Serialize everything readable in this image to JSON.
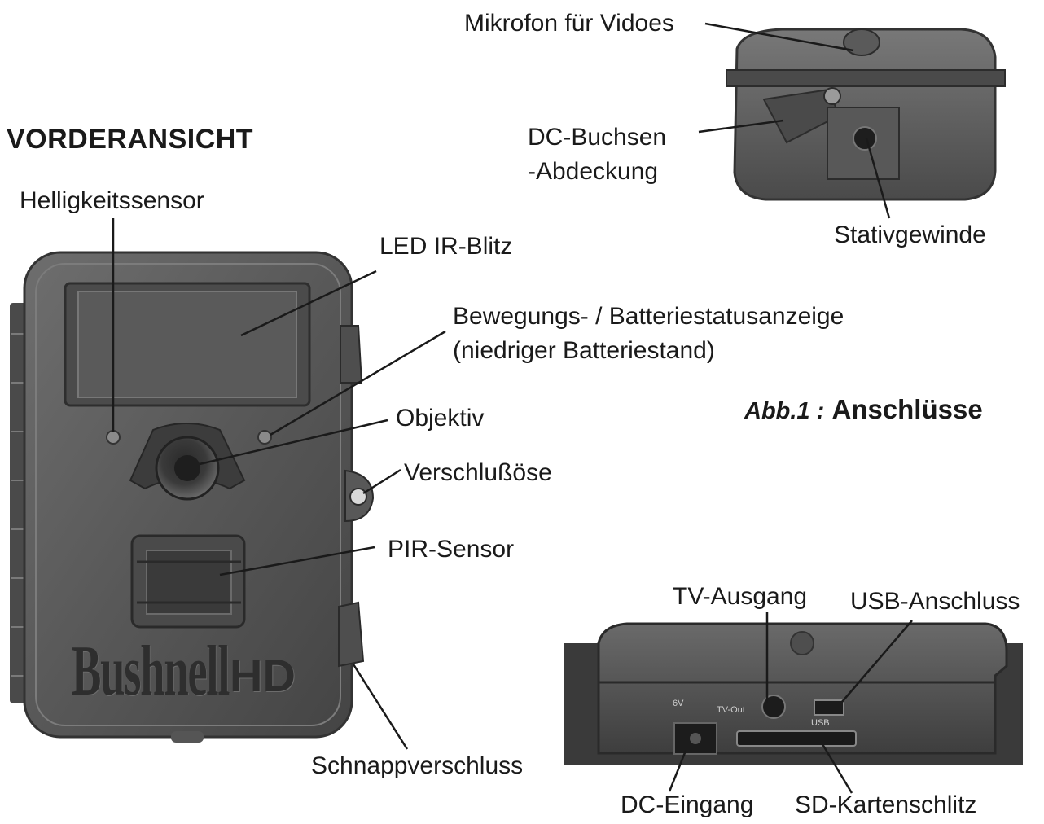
{
  "heading": "VORDERANSICHT",
  "figure": {
    "prefix": "Abb.1 :",
    "title": "Anschlüsse"
  },
  "brand": {
    "name": "Bushnell",
    "suffix": "HD"
  },
  "labels": {
    "microphone": "Mikrofon für Vidoes",
    "dc_cover_line1": "DC-Buchsen",
    "dc_cover_line2": "-Abdeckung",
    "tripod": "Stativgewinde",
    "brightness_sensor": "Helligkeitssensor",
    "led_ir_flash": "LED IR-Blitz",
    "motion_indicator_line1": "Bewegungs- / Batteriestatusanzeige",
    "motion_indicator_line2": "(niedriger Batteriestand)",
    "lens": "Objektiv",
    "lock_eyelet": "Verschlußöse",
    "pir_sensor": "PIR-Sensor",
    "snap_latch": "Schnappverschluss",
    "tv_out": "TV-Ausgang",
    "usb_port": "USB-Anschluss",
    "dc_in": "DC-Eingang",
    "sd_slot": "SD-Kartenschlitz"
  },
  "port_marks": {
    "dc": "6V",
    "tv": "TV-Out",
    "usb": "USB"
  },
  "colors": {
    "body": "#5c5c5c",
    "body_dark": "#3f3f3f",
    "body_light": "#7a7a7a",
    "leader": "#1a1a1a",
    "background": "#ffffff"
  }
}
